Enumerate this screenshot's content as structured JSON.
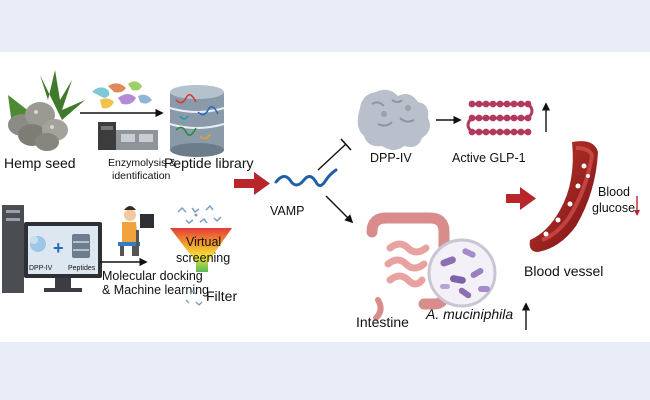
{
  "labels": {
    "hemp_seed": "Hemp seed",
    "enzymolysis_line1": "Enzymolysis &",
    "enzymolysis_line2": "identification",
    "peptide_library": "Peptide library",
    "vamp": "VAMP",
    "dpp_iv": "DPP-IV",
    "active_glp1": "Active GLP-1",
    "intestine": "Intestine",
    "a_muciniphila": "A. muciniphila",
    "blood_vessel": "Blood vessel",
    "blood_line1": "Blood",
    "blood_line2": "glucose",
    "virtual_line1": "Virtual",
    "virtual_line2": "screening",
    "docking_line1": "Molecular docking",
    "docking_line2": "& Machine learning",
    "filter": "Filter",
    "screen_dpp": "DPP-IV",
    "screen_peptides": "Peptides",
    "screen_plus": "+"
  },
  "colors": {
    "page_band": "#e8edf7",
    "panel": "#ffffff",
    "red_arrow": "#b8252a",
    "vessel": "#8b1a1f",
    "glp1_bead": "#b03a5b",
    "vamp_strand": "#1f5fa8",
    "intestine": "#d98c8c"
  },
  "icons": [
    "hemp-seed-illustration",
    "peptide-fragments-icon",
    "mass-spectrometer-icon",
    "database-icon",
    "computer-monitor-icon",
    "researcher-at-desk-icon",
    "screening-funnel-icon",
    "dpp-iv-protein-icon",
    "glp1-chain-icon",
    "intestine-icon",
    "bacteria-magnifier-icon",
    "blood-vessel-icon"
  ]
}
